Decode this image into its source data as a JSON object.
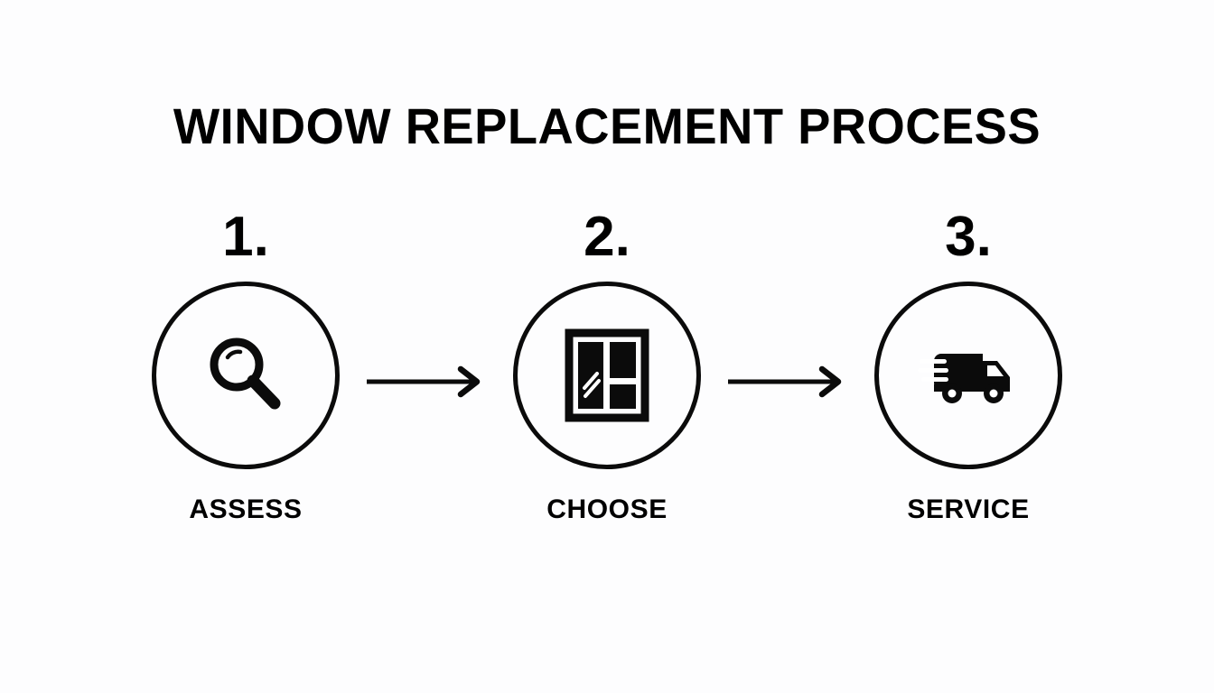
{
  "page": {
    "title": "WINDOW REPLACEMENT PROCESS",
    "background_color": "#fdfdfe",
    "ink_color": "#0b0b0b"
  },
  "steps": [
    {
      "number": "1.",
      "label": "ASSESS",
      "icon": "magnifying-glass-icon"
    },
    {
      "number": "2.",
      "label": "CHOOSE",
      "icon": "window-icon"
    },
    {
      "number": "3.",
      "label": "SERVICE",
      "icon": "delivery-truck-icon"
    }
  ],
  "connectors": [
    {
      "icon": "arrow-right-icon"
    },
    {
      "icon": "arrow-right-icon"
    }
  ]
}
